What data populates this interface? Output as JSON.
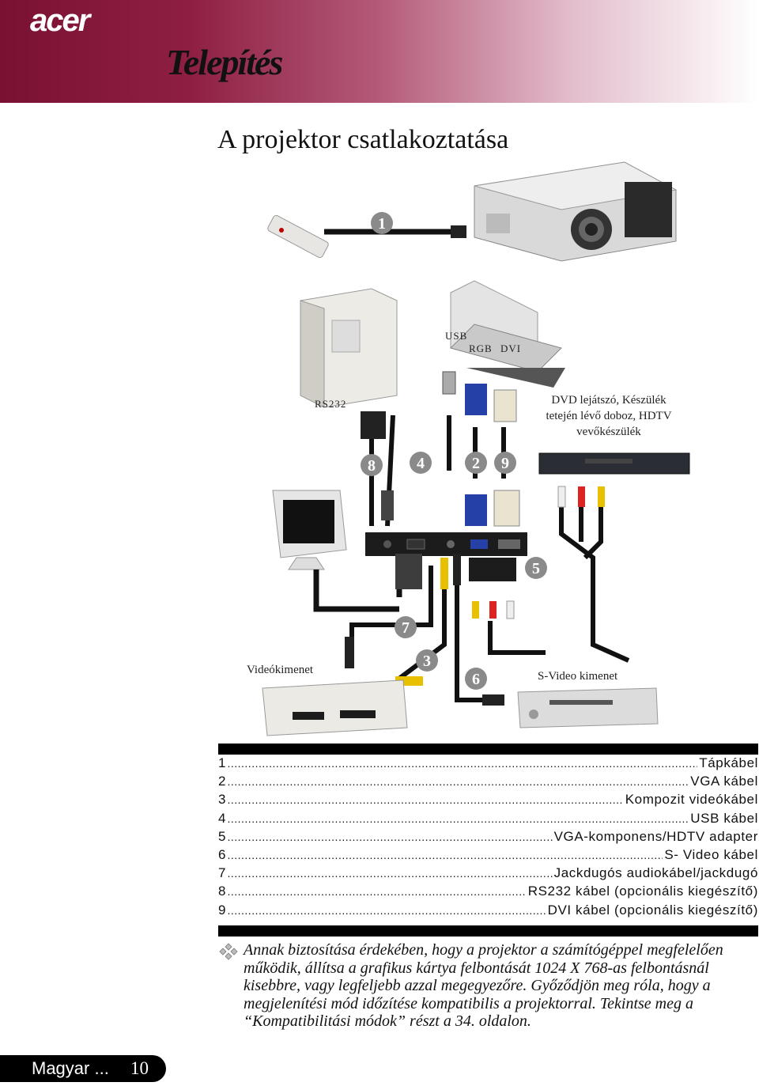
{
  "header": {
    "logo": "acer",
    "section_title": "Telepítés"
  },
  "page_title": "A projektor csatlakoztatása",
  "diagram": {
    "ports": {
      "usb": "USB",
      "rgb": "RGB",
      "dvi": "DVI",
      "rs232": "RS232"
    },
    "dvd_source": [
      "DVD lejátszó, Készülék",
      "tetején lévő doboz, HDTV",
      "vevőkészülék"
    ],
    "video_out": "Videókimenet",
    "svideo_out": "S-Video kimenet",
    "numbers": [
      "1",
      "2",
      "3",
      "4",
      "5",
      "6",
      "7",
      "8",
      "9"
    ]
  },
  "legend": [
    {
      "n": "1",
      "label": "Tápkábel"
    },
    {
      "n": "2",
      "label": "VGA kábel"
    },
    {
      "n": "3",
      "label": "Kompozit videókábel"
    },
    {
      "n": "4",
      "label": "USB kábel"
    },
    {
      "n": "5",
      "label": "VGA-komponens/HDTV adapter"
    },
    {
      "n": "6",
      "label": "S- Video kábel"
    },
    {
      "n": "7",
      "label": "Jackdugós audiokábel/jackdugó"
    },
    {
      "n": "8",
      "label": "RS232 kábel (opcionális kiegészítő)"
    },
    {
      "n": "9",
      "label": "DVI kábel (opcionális kiegészítő)"
    }
  ],
  "note": "Annak biztosítása érdekében, hogy a projektor a számítógéppel megfelelően működik, állítsa a grafikus kártya felbontását 1024 X 768-as felbontásnál kisebbre, vagy legfeljebb azzal megegyezőre. Győződjön meg róla, hogy a megjelenítési mód időzítése kompatibilis a projektorral. Tekintse meg a “Kompatibilitási módok” részt a 34. oldalon.",
  "footer": {
    "language": "Magyar ...",
    "page": "10"
  },
  "colors": {
    "header_start": "#7a1132",
    "number_badge": "#8a8a8a",
    "cable": "#111111"
  }
}
